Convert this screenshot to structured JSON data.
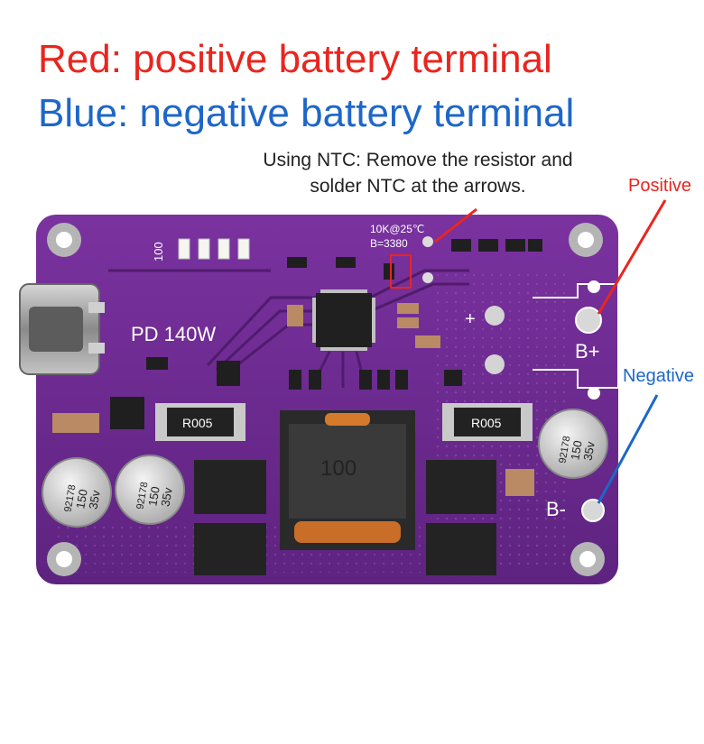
{
  "headings": {
    "red": "Red: positive battery terminal",
    "blue": "Blue: negative battery terminal"
  },
  "ntc_note": {
    "line1": "Using NTC: Remove the resistor and",
    "line2": "solder NTC at the arrows."
  },
  "callouts": {
    "positive": "Positive",
    "negative": "Negative"
  },
  "board_silkscreen": {
    "power": "PD 140W",
    "ntc_spec_1": "10K@25℃",
    "ntc_spec_2": "B=3380",
    "b_plus": "B+",
    "b_minus": "B-",
    "plus": "+",
    "led_label": "100"
  },
  "component_markings": {
    "inductor": "100",
    "resistor_left": "R005",
    "resistor_right": "R005",
    "cap_line1": "92178",
    "cap_line2": "150",
    "cap_line3": "35v"
  },
  "colors": {
    "red": "#e8261f",
    "blue": "#1e67c8",
    "pcb": "#6a2a8e"
  }
}
